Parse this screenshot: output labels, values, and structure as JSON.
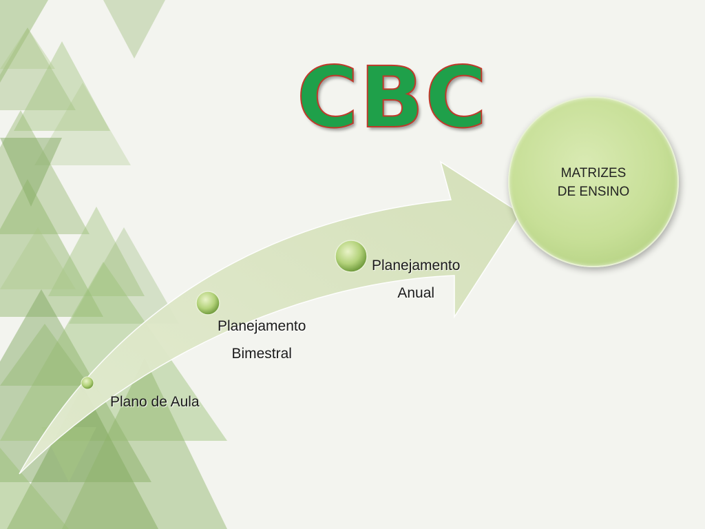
{
  "title": "CBC",
  "target": {
    "line1": "MATRIZES",
    "line2": "DE ENSINO"
  },
  "stages": [
    {
      "line1": "Plano de Aula",
      "line2": ""
    },
    {
      "line1": "Planejamento",
      "line2": "Bimestral"
    },
    {
      "line1": "Planejamento",
      "line2": "Anual"
    }
  ],
  "colors": {
    "title": "#1fa04a",
    "title_outline": "#c0392b",
    "circle": "#c7df97",
    "arrow": "#dbe6c4",
    "triangles": "#8fb369",
    "background": "#f3f4ef"
  }
}
